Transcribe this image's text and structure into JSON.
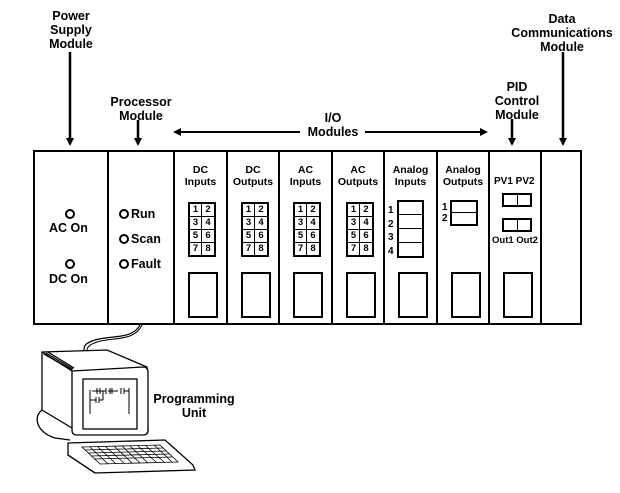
{
  "callouts": {
    "power_supply": [
      "Power",
      "Supply",
      "Module"
    ],
    "processor": [
      "Processor",
      "Module"
    ],
    "io": [
      "I/O",
      "Modules"
    ],
    "pid": [
      "PID",
      "Control",
      "Module"
    ],
    "data_comm": [
      "Data",
      "Communications",
      "Module"
    ],
    "programming_unit": [
      "Programming",
      "Unit"
    ]
  },
  "power_supply": {
    "indicators": [
      "AC On",
      "DC On"
    ]
  },
  "processor": {
    "indicators": [
      "Run",
      "Scan",
      "Fault"
    ]
  },
  "io_modules": [
    {
      "title": [
        "DC",
        "Inputs"
      ],
      "points": [
        "1",
        "2",
        "3",
        "4",
        "5",
        "6",
        "7",
        "8"
      ]
    },
    {
      "title": [
        "DC",
        "Outputs"
      ],
      "points": [
        "1",
        "2",
        "3",
        "4",
        "5",
        "6",
        "7",
        "8"
      ]
    },
    {
      "title": [
        "AC",
        "Inputs"
      ],
      "points": [
        "1",
        "2",
        "3",
        "4",
        "5",
        "6",
        "7",
        "8"
      ]
    },
    {
      "title": [
        "AC",
        "Outputs"
      ],
      "points": [
        "1",
        "2",
        "3",
        "4",
        "5",
        "6",
        "7",
        "8"
      ]
    }
  ],
  "analog_inputs": {
    "title": [
      "Analog",
      "Inputs"
    ],
    "channels": [
      "1",
      "2",
      "3",
      "4"
    ]
  },
  "analog_outputs": {
    "title": [
      "Analog",
      "Outputs"
    ],
    "channels": [
      "1",
      "2"
    ]
  },
  "pid": {
    "top_labels": "PV1 PV2",
    "bottom_labels": "Out1 Out2"
  }
}
